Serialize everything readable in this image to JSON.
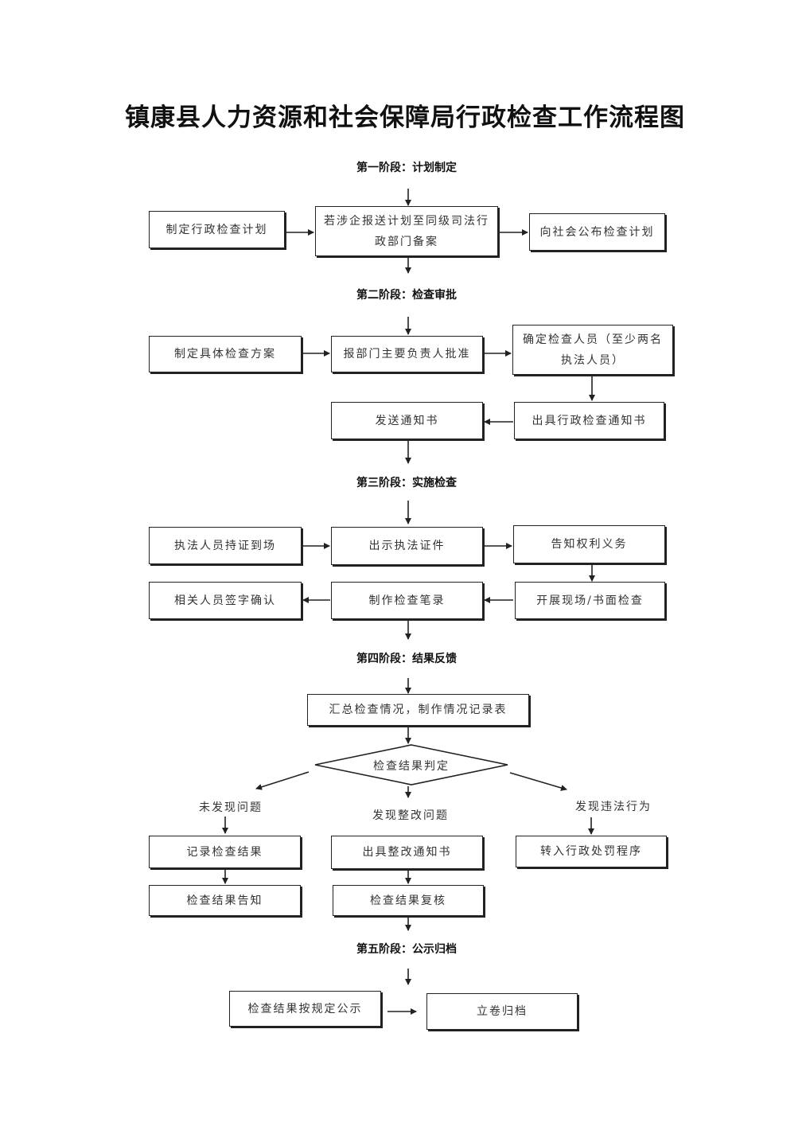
{
  "title": "镇康县人力资源和社会保障局行政检查工作流程图",
  "stages": {
    "s1": "第一阶段：计划制定",
    "s2": "第二阶段：检查审批",
    "s3": "第三阶段：实施检查",
    "s4": "第四阶段：结果反馈",
    "s5": "第五阶段：公示归档"
  },
  "nodes": {
    "plan": "制定行政检查计划",
    "file": "若涉企报送计划至同级司法行政部门备案",
    "publish": "向社会公布检查计划",
    "scheme": "制定具体检查方案",
    "approve": "报部门主要负责人批准",
    "staff": "确定检查人员（至少两名执法人员）",
    "send_notice": "发送通知书",
    "issue_notice": "出具行政检查通知书",
    "arrive": "执法人员持证到场",
    "show_cert": "出示执法证件",
    "inform": "告知权利义务",
    "sign": "相关人员签字确认",
    "record": "制作检查笔录",
    "inspect": "开展现场/书面检查",
    "summary": "汇总检查情况，制作情况记录表",
    "judge": "检查结果判定",
    "rec_result": "记录检查结果",
    "rectify_notice": "出具整改通知书",
    "transfer": "转入行政处罚程序",
    "result_notify": "检查结果告知",
    "review": "检查结果复核",
    "public": "检查结果按规定公示",
    "archive": "立卷归档"
  },
  "branches": {
    "none": "未发现问题",
    "rectify": "发现整改问题",
    "illegal": "发现违法行为"
  }
}
